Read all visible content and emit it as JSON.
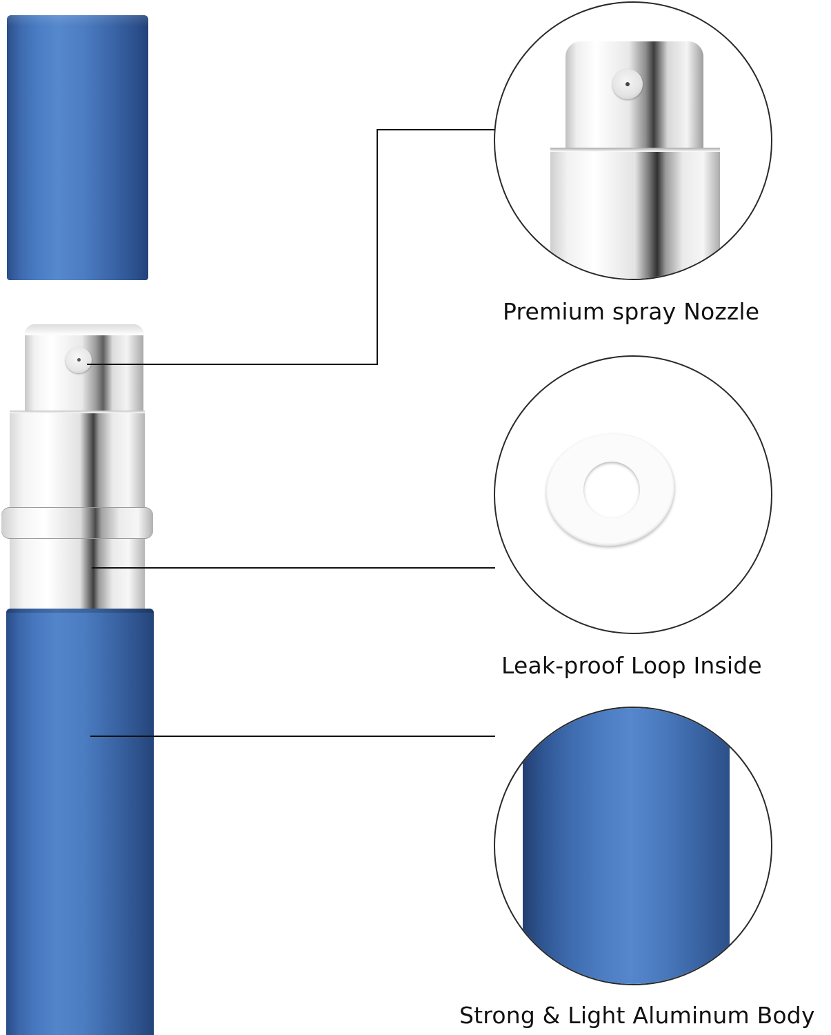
{
  "image": {
    "product_colors": {
      "body_blue": "#4a7bc2",
      "metal_silver": "#e6e6e6",
      "washer_white": "#fbfbfb",
      "leader_line": "#111111"
    }
  },
  "callouts": [
    {
      "caption": "Premium spray Nozzle"
    },
    {
      "caption": "Leak-proof Loop Inside"
    },
    {
      "caption": "Strong & Light Aluminum Body"
    }
  ]
}
